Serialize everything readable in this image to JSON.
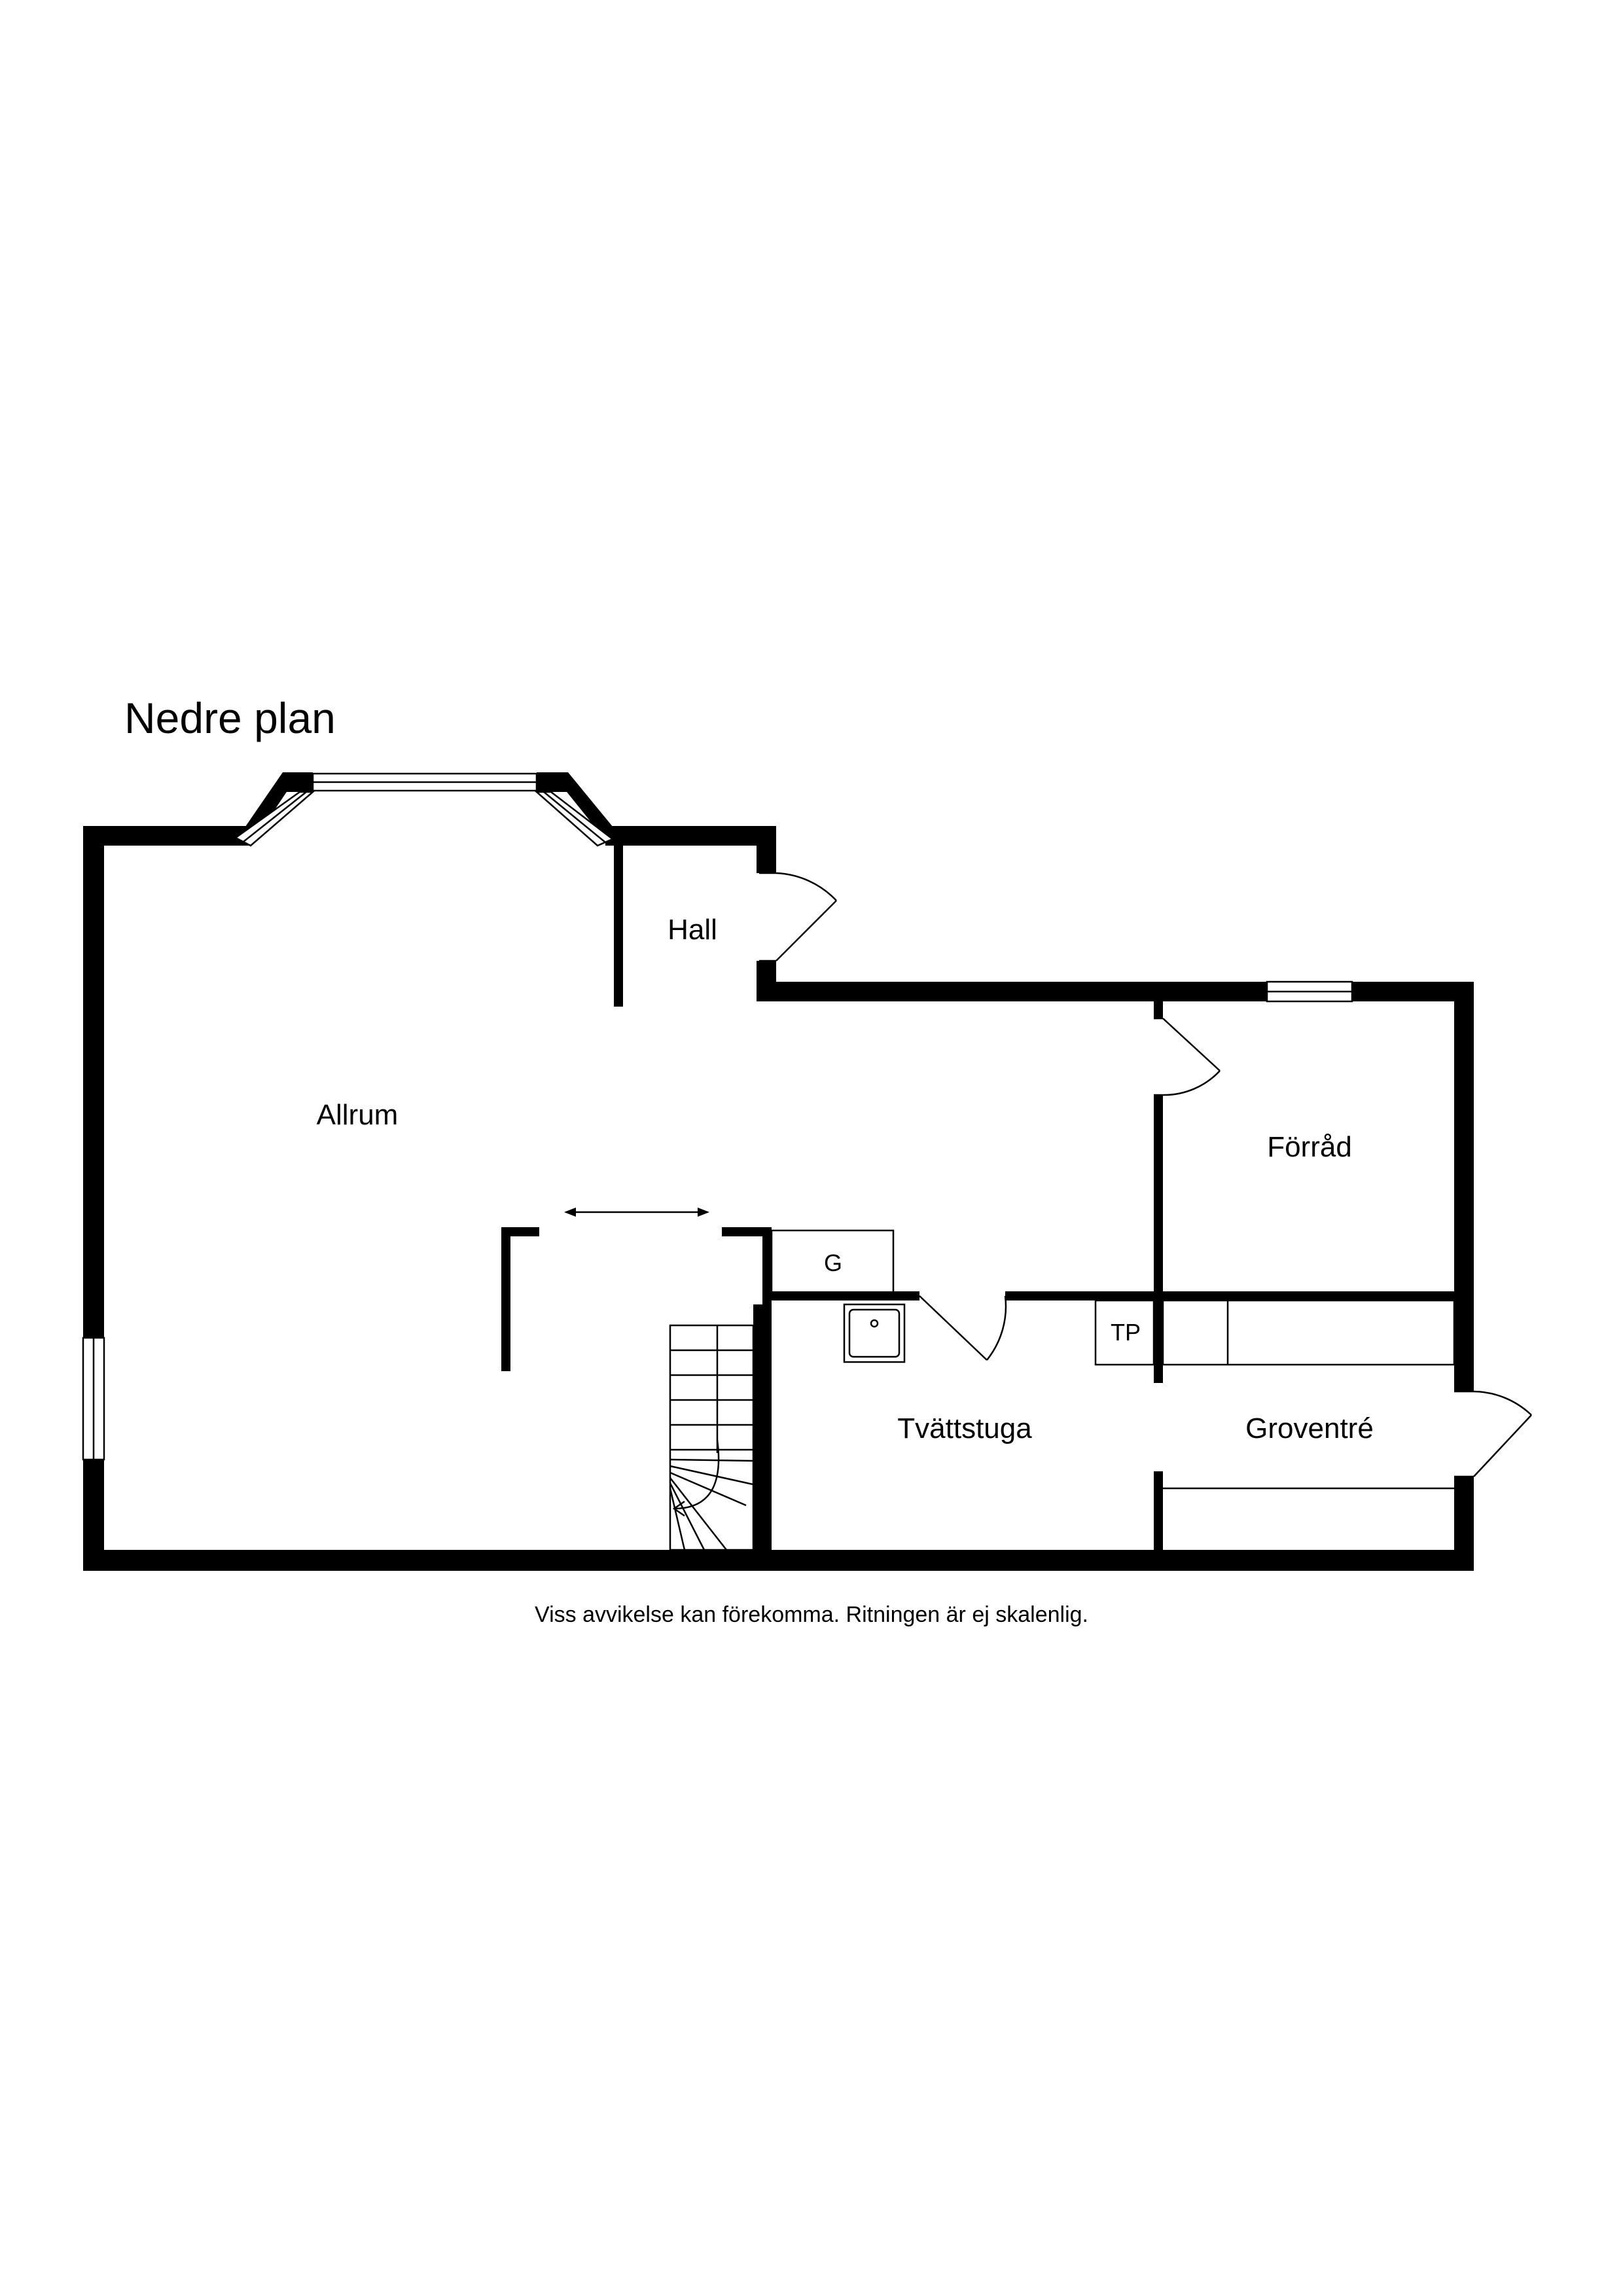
{
  "plan": {
    "title": "Nedre plan",
    "disclaimer": "Viss avvikelse kan förekomma. Ritningen är ej skalenlig."
  },
  "rooms": {
    "hall": "Hall",
    "allrum": "Allrum",
    "forrad": "Förråd",
    "tvattstuga": "Tvättstuga",
    "groventre": "Groventré"
  },
  "fixtures": {
    "g": "G",
    "tp": "TP"
  },
  "colors": {
    "wall": "#000000",
    "background": "#ffffff"
  }
}
